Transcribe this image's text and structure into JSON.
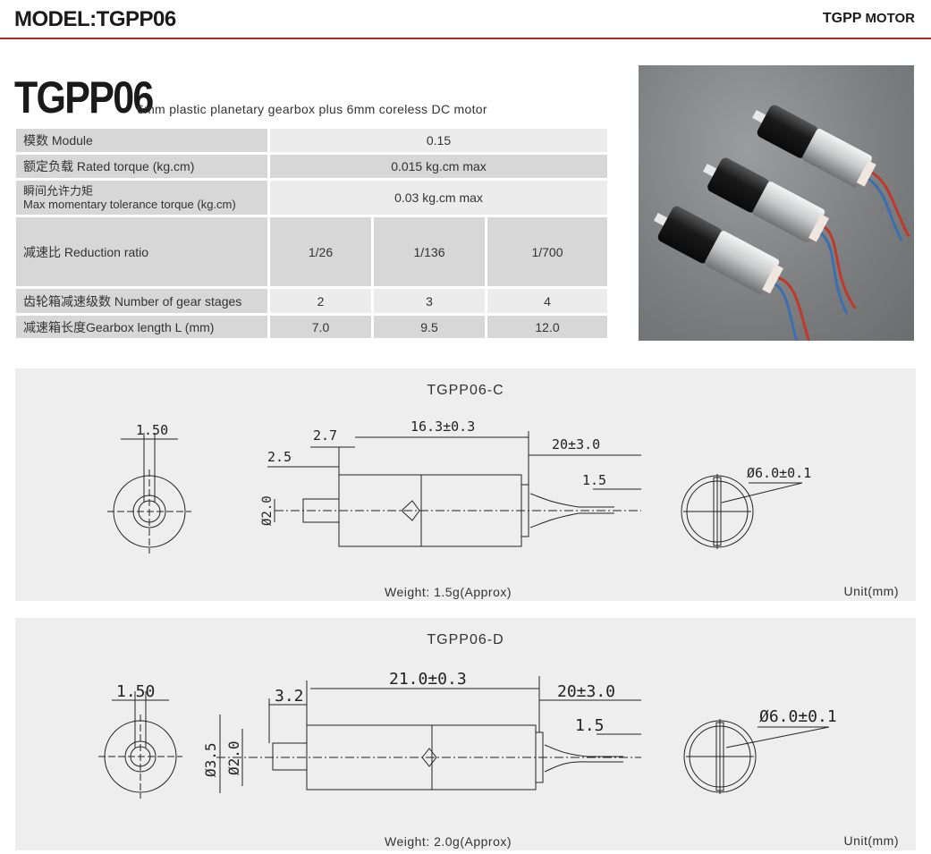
{
  "header": {
    "model_label": "MODEL:TGPP06",
    "series_bold": "TGPP",
    "series_suffix": "MOTOR"
  },
  "product": {
    "name": "TGPP06",
    "description": "6mm plastic planetary  gearbox plus 6mm coreless  DC  motor"
  },
  "spec_table": {
    "module_label": "模数 Module",
    "module_value": "0.15",
    "rated_torque_label": "额定负载 Rated torque (kg.cm)",
    "rated_torque_value": "0.015 kg.cm max",
    "momentary_label_cn": "瞬间允许力矩",
    "momentary_label_en": "Max momentary tolerance torque (kg.cm)",
    "momentary_value": "0.03 kg.cm max",
    "ratio_label": "减速比 Reduction ratio",
    "ratios": [
      "1/26",
      "1/136",
      "1/700"
    ],
    "stages_label": "齿轮箱减速级数 Number of gear stages",
    "stages": [
      "2",
      "3",
      "4"
    ],
    "length_label": "减速箱长度Gearbox length  L (mm)",
    "lengths": [
      "7.0",
      "9.5",
      "12.0"
    ]
  },
  "drawing_c": {
    "title": "TGPP06-C",
    "dim_shaft": "1.50",
    "dim_27": "2.7",
    "dim_25": "2.5",
    "dim_length": "16.3±0.3",
    "dim_wire": "20±3.0",
    "dim_strip": "1.5",
    "dim_d2": "Ø2.0",
    "dim_d6": "Ø6.0±0.1",
    "weight": "Weight: 1.5g(Approx)",
    "unit": "Unit(mm)"
  },
  "drawing_d": {
    "title": "TGPP06-D",
    "dim_shaft": "1.50",
    "dim_32": "3.2",
    "dim_length": "21.0±0.3",
    "dim_wire": "20±3.0",
    "dim_strip": "1.5",
    "dim_d35": "Ø3.5",
    "dim_d2": "Ø2.0",
    "dim_d6": "Ø6.0±0.1",
    "weight": "Weight: 2.0g(Approx)",
    "unit": "Unit(mm)"
  }
}
